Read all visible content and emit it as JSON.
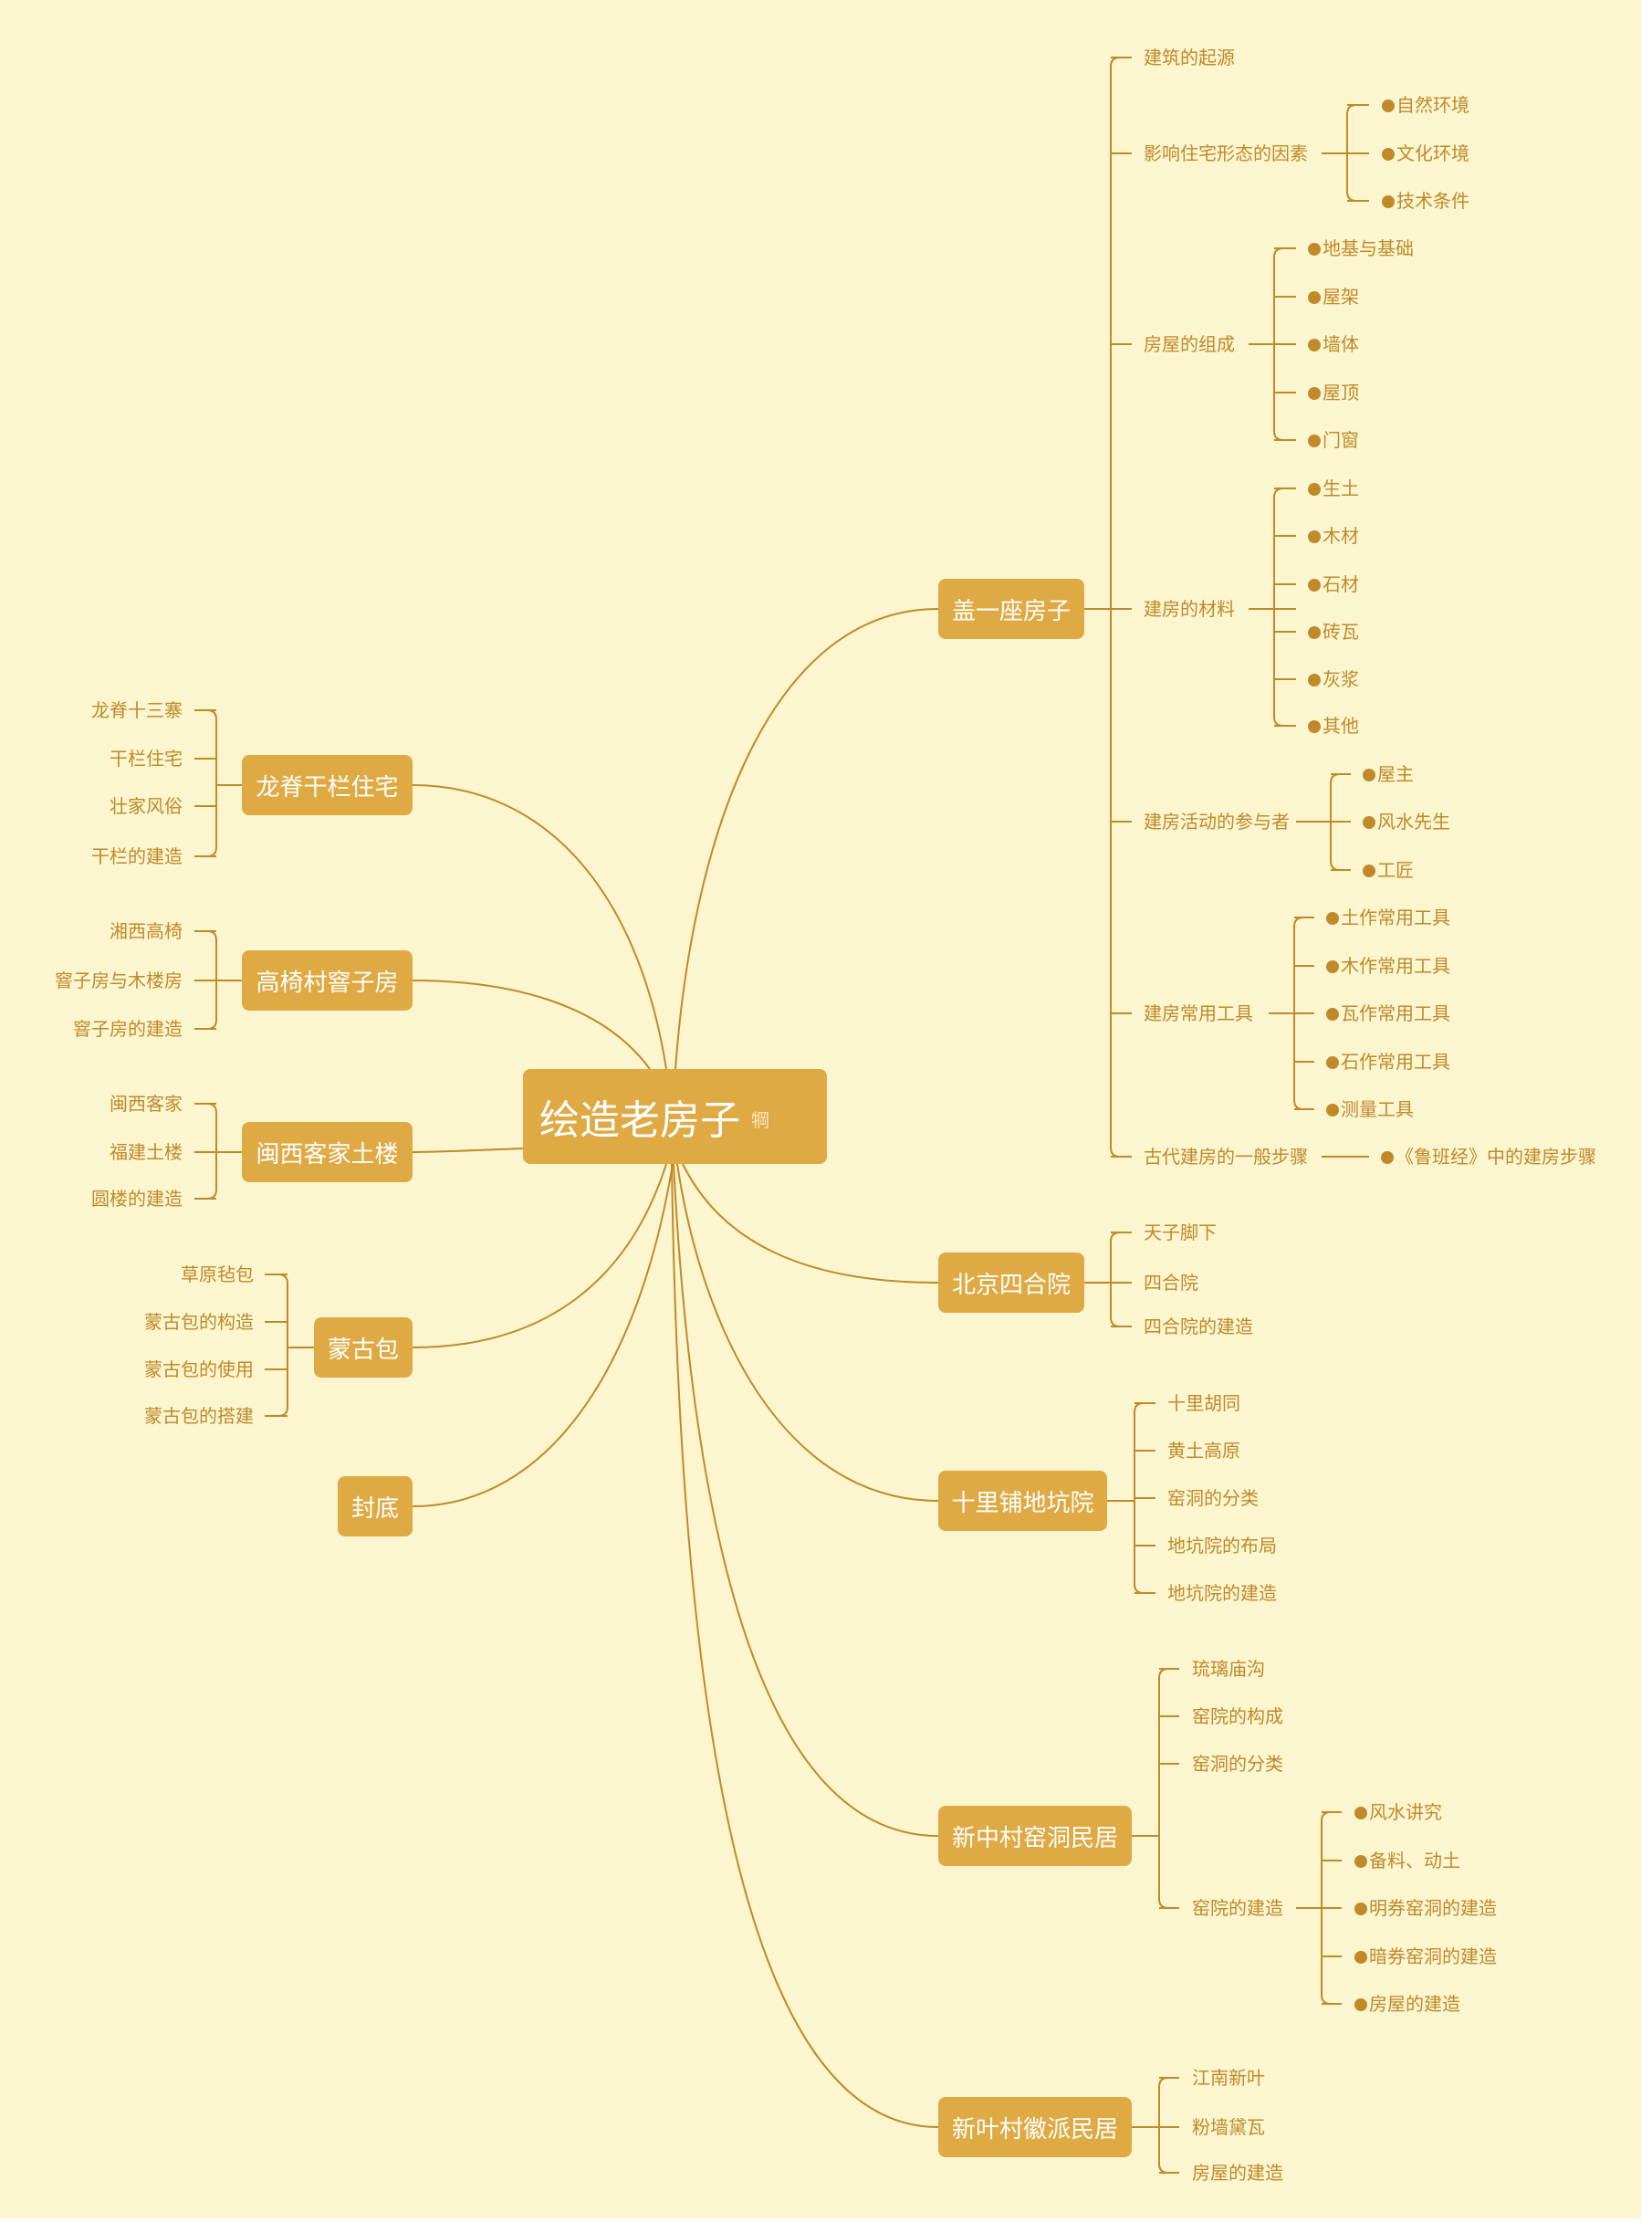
{
  "colors": {
    "background": "#fbf5d0",
    "node_fill": "#dfaa43",
    "node_text": "#ffffff",
    "line": "#c18a28",
    "label_text": "#bf8a2a"
  },
  "root": {
    "title": "绘造老房子",
    "icon": "犅",
    "icon_name": "note-icon"
  },
  "right_topics": [
    {
      "title": "盖一座房子",
      "children": [
        {
          "label": "建筑的起源",
          "items": []
        },
        {
          "label": "影响住宅形态的因素",
          "items": [
            "自然环境",
            "文化环境",
            "技术条件"
          ]
        },
        {
          "label": "房屋的组成",
          "items": [
            "地基与基础",
            "屋架",
            "墙体",
            "屋顶",
            "门窗"
          ]
        },
        {
          "label": "建房的材料",
          "items": [
            "生土",
            "木材",
            "石材",
            "砖瓦",
            "灰浆",
            "其他"
          ]
        },
        {
          "label": "建房活动的参与者",
          "items": [
            "屋主",
            "风水先生",
            "工匠"
          ]
        },
        {
          "label": "建房常用工具",
          "items": [
            "土作常用工具",
            "木作常用工具",
            "瓦作常用工具",
            "石作常用工具",
            "测量工具"
          ]
        },
        {
          "label": "古代建房的一般步骤",
          "items": [
            "《鲁班经》中的建房步骤"
          ]
        }
      ]
    },
    {
      "title": "北京四合院",
      "children": [
        {
          "label": "天子脚下"
        },
        {
          "label": "四合院"
        },
        {
          "label": "四合院的建造"
        }
      ]
    },
    {
      "title": "十里铺地坑院",
      "children": [
        {
          "label": "十里胡同"
        },
        {
          "label": "黄土高原"
        },
        {
          "label": "窑洞的分类"
        },
        {
          "label": "地坑院的布局"
        },
        {
          "label": "地坑院的建造"
        }
      ]
    },
    {
      "title": "新中村窑洞民居",
      "children": [
        {
          "label": "琉璃庙沟",
          "items": []
        },
        {
          "label": "窑院的构成",
          "items": []
        },
        {
          "label": "窑洞的分类",
          "items": []
        },
        {
          "label": "窑院的建造",
          "items": [
            "风水讲究",
            "备料、动土",
            "明券窑洞的建造",
            "暗券窑洞的建造",
            "房屋的建造"
          ]
        }
      ]
    },
    {
      "title": "新叶村徽派民居",
      "children": [
        {
          "label": "江南新叶"
        },
        {
          "label": "粉墙黛瓦"
        },
        {
          "label": "房屋的建造"
        }
      ]
    }
  ],
  "left_topics": [
    {
      "title": "龙脊干栏住宅",
      "children": [
        "龙脊十三寨",
        "干栏住宅",
        "壮家风俗",
        "干栏的建造"
      ]
    },
    {
      "title": "高椅村窨子房",
      "children": [
        "湘西高椅",
        "窨子房与木楼房",
        "窨子房的建造"
      ]
    },
    {
      "title": "闽西客家土楼",
      "children": [
        "闽西客家",
        "福建土楼",
        "圆楼的建造"
      ]
    },
    {
      "title": "蒙古包",
      "children": [
        "草原毡包",
        "蒙古包的构造",
        "蒙古包的使用",
        "蒙古包的搭建"
      ]
    },
    {
      "title": "封底",
      "children": []
    }
  ]
}
